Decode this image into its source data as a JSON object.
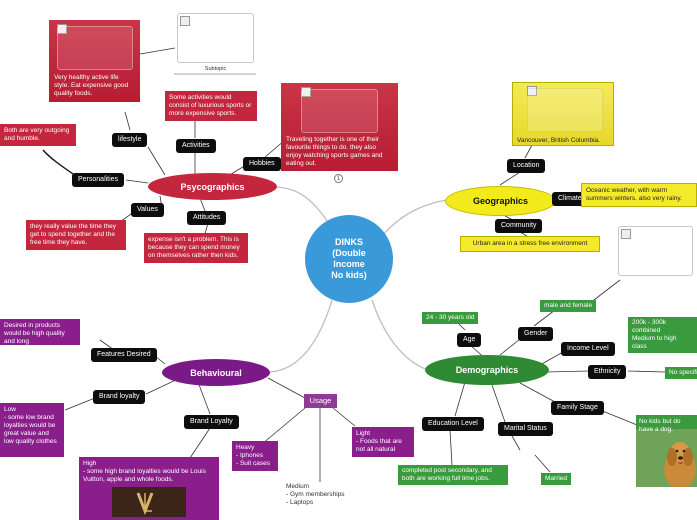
{
  "center": "DINKS\n(Double\nIncome\nNo kids)",
  "psy": {
    "title": "Psycographics",
    "lifestyle": "lifestyle",
    "lifestyle_text": "Very healthy active life style. Eat expensive good quality foods.",
    "subtopic": "Subtopic",
    "activities": "Activities",
    "activities_text": "Some activities would consist of luxurious sports or more expensive sports.",
    "hobbies": "Hobbies",
    "hobbies_text": "Traveling together is one of their favourite things to do. they also enjoy watching sports games and eating out.",
    "hobbies_badge": "1",
    "personalities": "Personalities",
    "personalities_text": "Both are very outgoing and humble.",
    "values": "Values",
    "values_text": "they really value the time they get to spend together and the free time they have.",
    "attitudes": "Attitudes",
    "attitudes_text": "expense isn't a problem. This is because they can spend money on themselves rather then kids."
  },
  "geo": {
    "title": "Geographics",
    "location": "Location",
    "location_text": "Vancouver, British Columbia.",
    "climate": "Climate",
    "climate_text": "Oceanic weather, with warm summers winters. also very rainy.",
    "community": "Community",
    "community_text": "Urban area in a stress free environment"
  },
  "demo": {
    "title": "Demographics",
    "gender": "Gender",
    "gender_text": "male and female",
    "age": "Age",
    "age_text": "24 - 30 years old",
    "income": "Income Level",
    "income_text": "200k - 300k combined\nMedium to high class",
    "ethnicity": "Ethnicity",
    "ethnicity_text": "No specific",
    "family": "Family Stage",
    "family_text": "No kids but do have a dog.",
    "marital": "Marital Status",
    "marital_text": "Married",
    "education": "Education Level",
    "education_text": "completed post secondary, and both are working full time jobs."
  },
  "beh": {
    "title": "Behavioural",
    "features": "Features Desired",
    "features_text": "Desired in products would be high quality and long",
    "brand_loyalty": "Brand loyalty",
    "brand_loyalty_text": "Low\n- some low brand loyalties would be great value and low quality clothes",
    "brand_loyalty2": "Brand Loyalty",
    "high_text": "High\n- some high brand loyalties would be Louis Vuitton, apple and whole foods.",
    "usage": "Usage",
    "heavy_text": "Heavy\n- Iphones\n- Suit cases",
    "medium_text": "Medium\n- Gym memberships\n- Laptops",
    "light_text": "Light\n- Foods that are not all natural"
  },
  "colors": {
    "psycographics": "#c4263d",
    "geographics": "#f2ea1a",
    "demographics": "#2e8b34",
    "behavioural": "#7a1a86",
    "center": "#3a9ad9"
  }
}
